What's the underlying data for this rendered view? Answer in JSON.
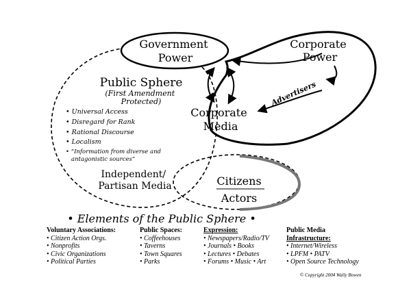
{
  "diagram": {
    "nodes": {
      "government": [
        "Government",
        "Power"
      ],
      "corporate_power": [
        "Corporate",
        "Power"
      ],
      "corporate_media": [
        "Corporate",
        "Media"
      ],
      "citizens": [
        "Citizens",
        "Actors"
      ]
    },
    "public_sphere": {
      "title": "Public Sphere",
      "subtitle": [
        "(First Amendment",
        "Protected)"
      ],
      "bullets": [
        "Universal Access",
        "Disregard for Rank",
        "Rational Discourse",
        "Localism"
      ],
      "quote": [
        "“Information from diverse and",
        "antagonistic sources”"
      ]
    },
    "independent_media": [
      "Independent/",
      "Partisan Media"
    ],
    "edge_label": "Advertisers"
  },
  "elements": {
    "title": "• Elements of the Public Sphere •",
    "columns": [
      {
        "heading": "Voluntary Associations:",
        "items": [
          "Citizen Action Orgs.",
          "Nonprofits",
          "Civic Organizations",
          "Political Parties"
        ]
      },
      {
        "heading": "Public Spaces:",
        "items": [
          "Coffeehouses",
          "Taverns",
          "Town Squares",
          "Parks"
        ]
      },
      {
        "heading": "Expression:",
        "items": [
          "Newspapers/Radio/TV",
          "Journals • Books",
          "Lectures • Debates",
          "Forums • Music • Art"
        ]
      },
      {
        "heading": "Public Media",
        "heading2": "Infrastructure:",
        "items": [
          "Internet/Wireless",
          "LPFM • PATV",
          "Open Source Technology"
        ]
      }
    ],
    "copyright": "© Copyright 2004 Wally Bowen"
  }
}
